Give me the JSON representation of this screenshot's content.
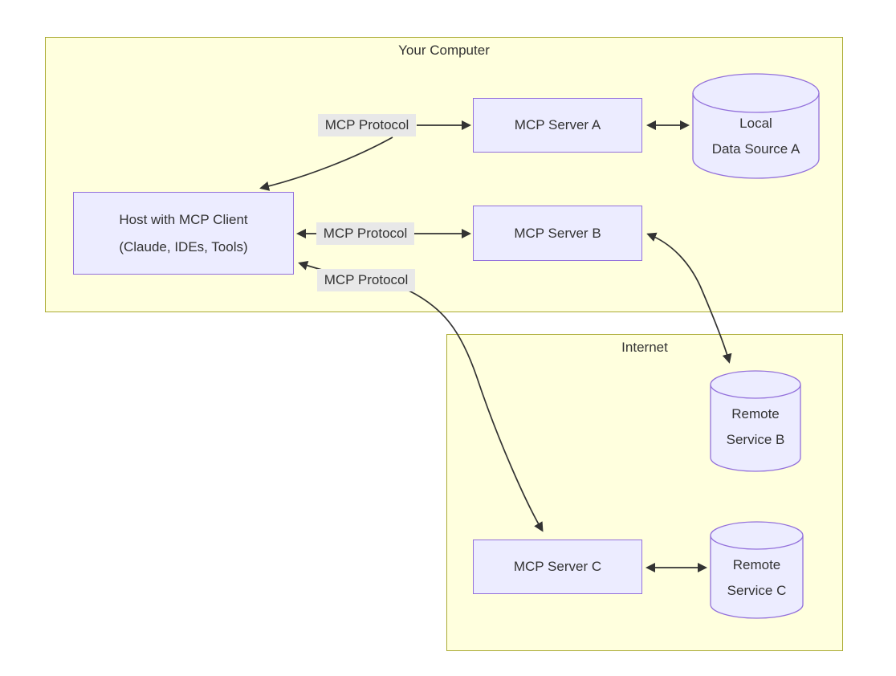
{
  "diagram": {
    "type": "architecture-flowchart",
    "containers": {
      "your_computer": {
        "title": "Your Computer"
      },
      "internet": {
        "title": "Internet"
      }
    },
    "nodes": {
      "host": {
        "lines": [
          "Host with MCP Client",
          "(Claude, IDEs, Tools)"
        ],
        "shape": "rect"
      },
      "server_a": {
        "label": "MCP Server A",
        "shape": "rect"
      },
      "server_b": {
        "label": "MCP Server B",
        "shape": "rect"
      },
      "server_c": {
        "label": "MCP Server C",
        "shape": "rect"
      },
      "local_data_a": {
        "lines": [
          "Local",
          "Data Source A"
        ],
        "shape": "cylinder"
      },
      "remote_b": {
        "lines": [
          "Remote",
          "Service B"
        ],
        "shape": "cylinder"
      },
      "remote_c": {
        "lines": [
          "Remote",
          "Service C"
        ],
        "shape": "cylinder"
      }
    },
    "edges": [
      {
        "from": "host",
        "to": "server_a",
        "label": "MCP Protocol",
        "arrows": "both"
      },
      {
        "from": "host",
        "to": "server_b",
        "label": "MCP Protocol",
        "arrows": "both"
      },
      {
        "from": "host",
        "to": "server_c",
        "label": "MCP Protocol",
        "arrows": "both"
      },
      {
        "from": "server_a",
        "to": "local_data_a",
        "arrows": "both"
      },
      {
        "from": "server_b",
        "to": "remote_b",
        "arrows": "both"
      },
      {
        "from": "server_c",
        "to": "remote_c",
        "arrows": "both"
      }
    ],
    "colors": {
      "node_fill": "#ECECFF",
      "node_border": "#9370DB",
      "container_fill": "#ffffde",
      "container_border": "#aaaa33",
      "edge": "#333333",
      "edge_label_bg": "#e8e8e8",
      "text": "#333333",
      "background": "#ffffff"
    }
  }
}
